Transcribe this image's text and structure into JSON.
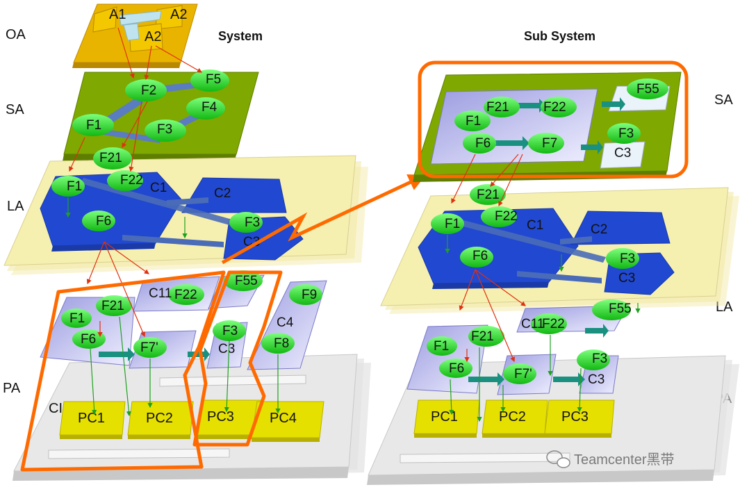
{
  "headings": {
    "system": "System",
    "subsystem": "Sub System"
  },
  "layers": {
    "oa": "OA",
    "sa": "SA",
    "la": "LA",
    "pa": "PA",
    "sa_right": "SA",
    "la_right": "LA",
    "pa_right": "PA"
  },
  "oa_nodes": {
    "a1": "A1",
    "a2_top": "A2",
    "a2": "A2"
  },
  "left": {
    "sa": {
      "f1": "F1",
      "f2": "F2",
      "f3": "F3",
      "f4": "F4",
      "f5": "F5"
    },
    "la": {
      "f21": "F21",
      "f1": "F1",
      "f22": "F22",
      "c1": "C1",
      "c2": "C2",
      "f6": "F6",
      "f3": "F3",
      "c3": "C3"
    },
    "pa": {
      "f21": "F21",
      "f1": "F1",
      "f6": "F6",
      "c11": "C11",
      "f22": "F22",
      "f7": "F7'",
      "f55": "F55",
      "f9": "F9",
      "f3": "F3",
      "c3": "C3",
      "c4": "C4",
      "f8": "F8",
      "ci": "CI",
      "pc1": "PC1",
      "pc2": "PC2",
      "pc3": "PC3",
      "pc4": "PC4"
    }
  },
  "right": {
    "sa": {
      "f1": "F1",
      "f21": "F21",
      "f22": "F22",
      "f6": "F6",
      "f7": "F7",
      "f55": "F55",
      "f3": "F3",
      "c3": "C3"
    },
    "la": {
      "f21": "F21",
      "f1": "F1",
      "f22": "F22",
      "c1": "C1",
      "c2": "C2",
      "f6": "F6",
      "f3": "F3",
      "c3": "C3"
    },
    "pa": {
      "f55": "F55",
      "f21": "F21",
      "f1": "F1",
      "f6": "F6",
      "c11": "C11",
      "f22": "F22",
      "f7": "F7'",
      "f3": "F3",
      "c3": "C3",
      "pc1": "PC1",
      "pc2": "PC2",
      "pc3": "PC3"
    }
  },
  "watermark": "Teamcenter黑带",
  "colors": {
    "oa_gold": "#E8B400",
    "sa_green": "#7FA800",
    "la_yellow": "#F6F0B0",
    "component_blue": "#2148D0",
    "function_green": "#2BE02B",
    "pa_grey": "#E6E6E6",
    "highlight_orange": "#FF6A00",
    "pc_yellow": "#E6E000",
    "flow_red": "#E03010"
  }
}
